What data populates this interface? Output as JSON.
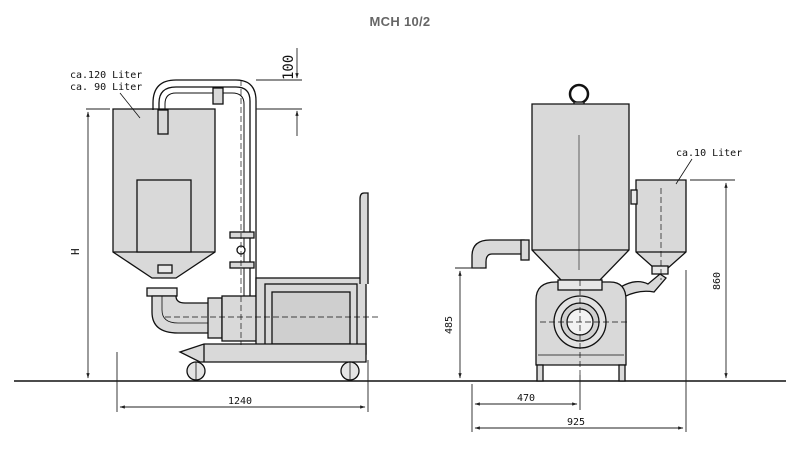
{
  "title": "MCH 10/2",
  "labels": {
    "cap_120": "ca.120 Liter",
    "cap_90": "ca.  90 Liter",
    "cap_10": "ca.10 Liter",
    "height_symbol": "H"
  },
  "dimensions": {
    "pipe_offset": "100",
    "length_side": "1240",
    "width_front": "925",
    "half_width_front": "470",
    "inlet_height": "485",
    "overall_height": "860"
  },
  "colors": {
    "fill": "#d9d9d9",
    "line": "#111111",
    "dim": "#222222",
    "title": "#666666"
  }
}
